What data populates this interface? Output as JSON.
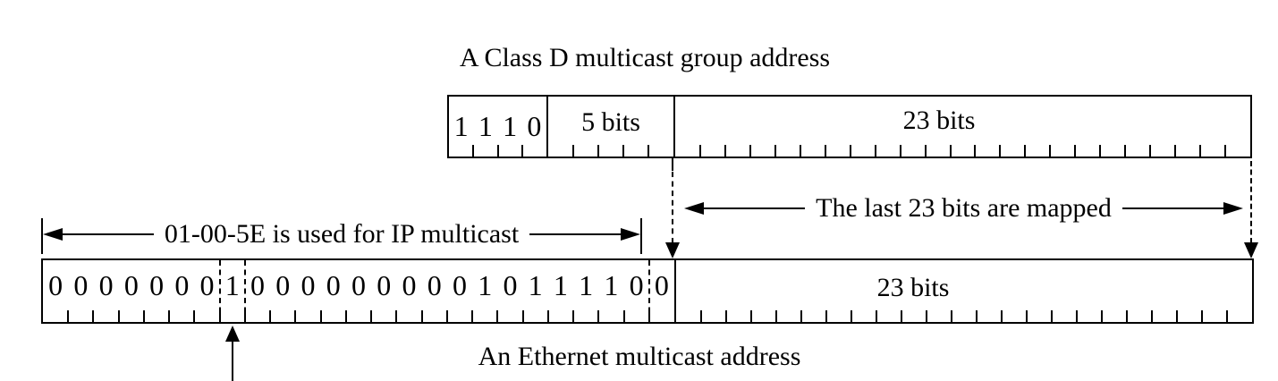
{
  "diagram": {
    "top_title": "A Class D multicast group address",
    "bottom_title": "An Ethernet multicast address",
    "class_d_box": {
      "prefix_digits": "1110",
      "cells": [
        {
          "label": "1 1 1 0",
          "bits": 4
        },
        {
          "label": "5 bits",
          "bits": 5
        },
        {
          "label": "23 bits",
          "bits": 23
        }
      ]
    },
    "ethernet_box": {
      "binary_prefix": "0000000100000000010111100",
      "prefix_bit_count": 25,
      "dashed_bit_boundaries": [
        7,
        8,
        24
      ],
      "mapped_label": "23 bits",
      "mapped_bit_count": 23
    },
    "annotations": {
      "prefix_arrow_label": "01-00-5E is used for IP multicast",
      "mapped_arrow_label": "The last 23 bits are mapped"
    },
    "colors": {
      "line": "#000000",
      "background": "#ffffff",
      "text": "#000000"
    }
  }
}
